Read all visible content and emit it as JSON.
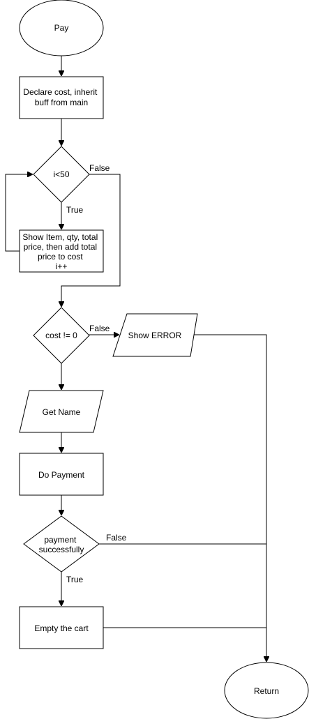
{
  "nodes": {
    "pay": "Pay",
    "declare": [
      "Declare cost, inherit",
      "buff from main"
    ],
    "loop_cond": "i<50",
    "show_item": [
      "Show Item, qty, total",
      "price, then add total",
      "price to cost",
      "i++"
    ],
    "cost_cond": "cost != 0",
    "show_error": "Show ERROR",
    "get_name": "Get Name",
    "do_payment": "Do Payment",
    "payment_cond": [
      "payment",
      "successfully"
    ],
    "empty_cart": "Empty the cart",
    "return": "Return"
  },
  "edge_labels": {
    "loop_false": "False",
    "loop_true": "True",
    "cost_false": "False",
    "payment_false": "False",
    "payment_true": "True"
  }
}
